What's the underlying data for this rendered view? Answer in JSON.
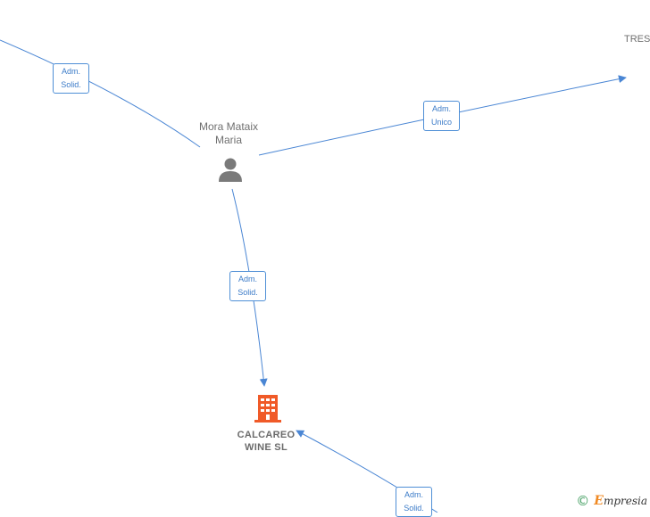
{
  "nodes": {
    "person": {
      "line1": "Mora Mataix",
      "line2": "Maria",
      "icon": "person-icon"
    },
    "company": {
      "line1": "CALCAREO",
      "line2": "WINE  SL",
      "icon": "building-icon"
    },
    "external_top_right": {
      "label": "TRES"
    }
  },
  "edges": {
    "top_left": {
      "line1": "Adm.",
      "line2": "Solid."
    },
    "unico": {
      "line1": "Adm.",
      "line2": "Unico"
    },
    "middle": {
      "line1": "Adm.",
      "line2": "Solid."
    },
    "bottom": {
      "line1": "Adm.",
      "line2": "Solid."
    }
  },
  "colors": {
    "edge": "#4a86d4",
    "company_icon": "#f05a28",
    "person_icon": "#7a7a7a"
  },
  "watermark": {
    "symbol": "©",
    "brand_initial": "E",
    "brand_rest": "mpresia"
  }
}
